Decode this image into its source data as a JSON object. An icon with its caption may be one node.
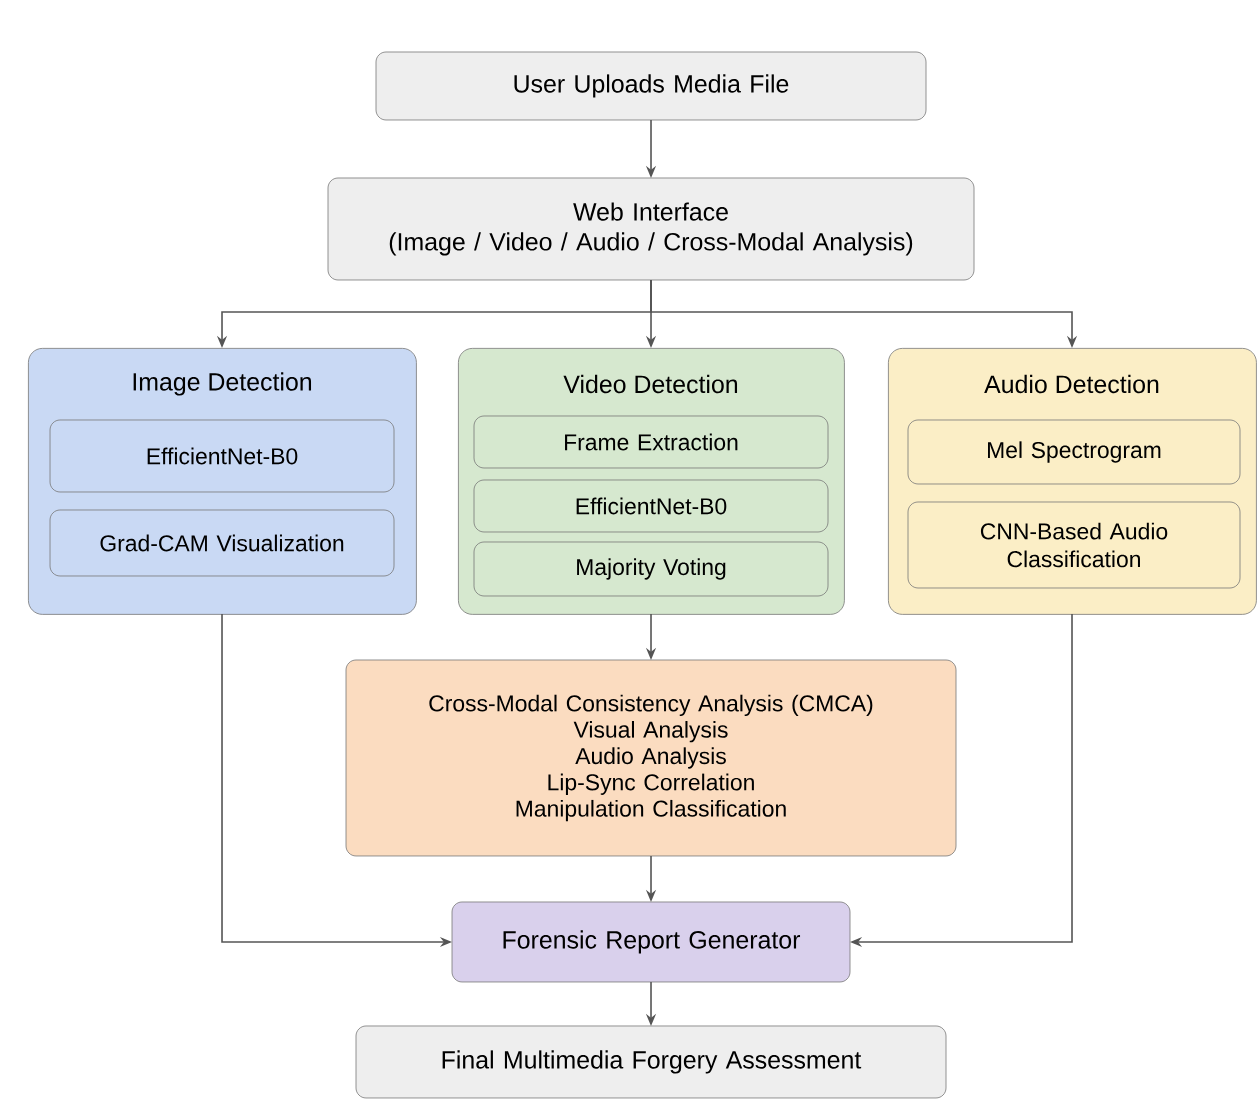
{
  "diagram": {
    "nodes": [
      {
        "text": [
          "User Uploads Media File"
        ]
      },
      {
        "text": [
          "Web Interface",
          "(Image / Video / Audio / Cross-Modal Analysis)"
        ]
      },
      {
        "text": [
          "Image Detection"
        ]
      },
      {
        "text": [
          "EfficientNet-B0"
        ],
        "in": 2
      },
      {
        "text": [
          "Grad-CAM Visualization"
        ],
        "in": 2
      },
      {
        "text": [
          "Video Detection"
        ]
      },
      {
        "text": [
          "Frame Extraction"
        ],
        "in": 5
      },
      {
        "text": [
          "EfficientNet-B0"
        ],
        "in": 5
      },
      {
        "text": [
          "Majority Voting"
        ],
        "in": 5
      },
      {
        "text": [
          "Audio Detection"
        ]
      },
      {
        "text": [
          "Mel Spectrogram"
        ],
        "in": 9
      },
      {
        "text": [
          "CNN-Based Audio Classification"
        ],
        "in": 9
      },
      {
        "text": [
          "Cross-Modal Consistency Analysis (CMCA)",
          "Visual Analysis",
          "Audio Analysis",
          "Lip-Sync Correlation",
          "Manipulation Classification"
        ]
      },
      {
        "text": [
          "Forensic Report Generator"
        ]
      },
      {
        "text": [
          "Final Multimedia Forgery Assessment"
        ]
      }
    ],
    "edges": [
      {
        "from": 0,
        "to": 1,
        "arrow": "to"
      },
      {
        "from": 1,
        "to": 2,
        "arrow": "to"
      },
      {
        "from": 1,
        "to": 5,
        "arrow": "to"
      },
      {
        "from": 1,
        "to": 9,
        "arrow": "to"
      },
      {
        "from": 5,
        "to": 12,
        "arrow": "to"
      },
      {
        "from": 12,
        "to": 13,
        "arrow": "to"
      },
      {
        "from": 2,
        "to": 13,
        "arrow": "to"
      },
      {
        "from": 9,
        "to": 13,
        "arrow": "to"
      },
      {
        "from": 13,
        "to": 14,
        "arrow": "to"
      }
    ]
  }
}
